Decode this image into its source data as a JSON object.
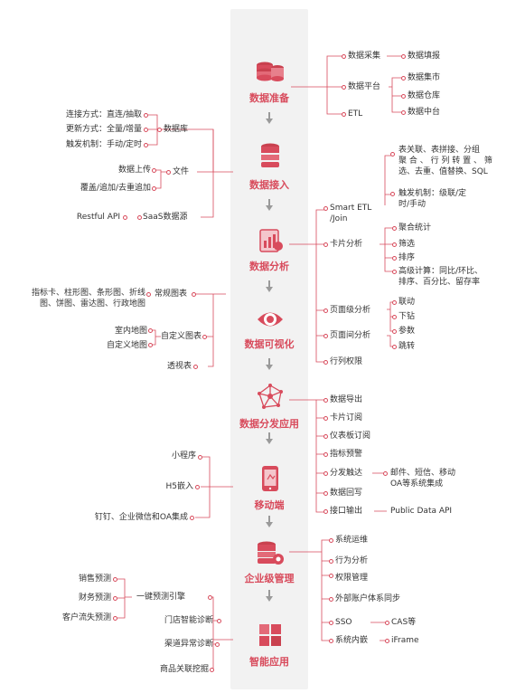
{
  "stages": [
    {
      "id": "prep",
      "title": "数据准备"
    },
    {
      "id": "ingest",
      "title": "数据接入"
    },
    {
      "id": "analysis",
      "title": "数据分析"
    },
    {
      "id": "visual",
      "title": "数据可视化"
    },
    {
      "id": "dist",
      "title": "数据分发应用"
    },
    {
      "id": "mobile",
      "title": "移动端"
    },
    {
      "id": "enterprise",
      "title": "企业级管理"
    },
    {
      "id": "smart",
      "title": "智能应用"
    }
  ],
  "prep": {
    "collect": "数据采集",
    "fill": "数据填报",
    "platform": "数据平台",
    "mart": "数据集市",
    "warehouse": "数据仓库",
    "center": "数据中台",
    "etl": "ETL"
  },
  "ingest": {
    "database": "数据库",
    "conn": "连接方式：直连/抽取",
    "update": "更新方式：全量/增量",
    "trigger": "触发机制：手动/定时",
    "file": "文件",
    "upload": "数据上传",
    "overwrite": "覆盖/追加/去重追加",
    "saas": "SaaS数据源",
    "restful": "Restful API"
  },
  "analysis": {
    "smartetl": "Smart ETL\n/Join",
    "etl_ops": "表关联、表拼接、分组\n聚 合 、 行 列 转 置 、 筛\n选、去重、值替换、SQL",
    "etl_trigger": "触发机制：级联/定\n时/手动",
    "card": "卡片分析",
    "agg": "聚合统计",
    "filter": "筛选",
    "sort": "排序",
    "calc": "高级计算：同比/环比、\n排序、百分比、留存率",
    "page": "页面级分析",
    "link": "联动",
    "drill": "下钻",
    "param": "参数",
    "inter": "页面间分析",
    "jump": "跳转",
    "rowperm": "行列权限"
  },
  "visual": {
    "common": "常规图表",
    "common_list": "指标卡、柱形图、条形图、折线\n图、饼图、雷达图、行政地图",
    "custom": "自定义图表",
    "indoor": "室内地图",
    "custommap": "自定义地图",
    "pivot": "透视表"
  },
  "dist": {
    "export": "数据导出",
    "cardsub": "卡片订阅",
    "dashsub": "仪表板订阅",
    "alert": "指标预警",
    "reach": "分发触达",
    "reach_list": "邮件、短信、移动\nOA等系统集成",
    "writeback": "数据回写",
    "api": "接口输出",
    "public_api": "Public Data API"
  },
  "mobile": {
    "mini": "小程序",
    "h5": "H5嵌入",
    "dingtalk": "钉钉、企业微信和OA集成"
  },
  "enterprise": {
    "ops": "系统运维",
    "behavior": "行为分析",
    "perm": "权限管理",
    "sync": "外部账户体系同步",
    "sso": "SSO",
    "cas": "CAS等",
    "embed": "系统内嵌",
    "iframe": "iFrame"
  },
  "smart": {
    "engine": "一键预测引擎",
    "sales": "销售预测",
    "finance": "财务预测",
    "churn": "客户流失预测",
    "diag": "门店智能诊断",
    "anomaly": "渠道异常诊断",
    "assoc": "商品关联挖掘"
  },
  "colors": {
    "accent": "#d84b5c",
    "line": "#d84b5c",
    "spine": "#f2f2f2",
    "arrow": "#9a9a9a"
  },
  "icons": [
    "database-stack-icon",
    "database-server-icon",
    "report-chart-icon",
    "eye-chart-icon",
    "network-share-icon",
    "mobile-phone-icon",
    "database-gear-icon",
    "grid-blocks-icon"
  ]
}
